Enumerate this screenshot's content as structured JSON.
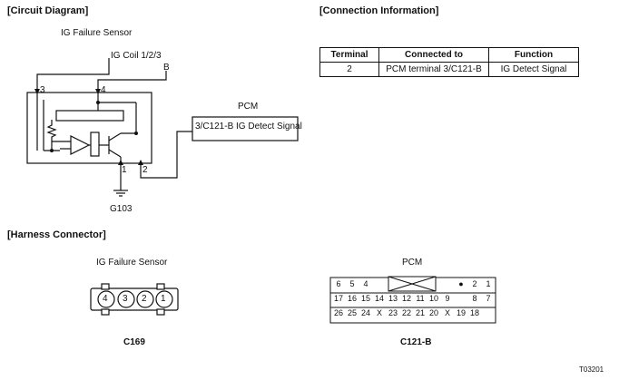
{
  "sections": {
    "circuit_diagram": "[Circuit Diagram]",
    "connection_information": "[Connection Information]",
    "harness_connector": "[Harness Connector]"
  },
  "circuit": {
    "component_title": "IG Failure Sensor",
    "ig_coil_label": "IG Coil 1/2/3",
    "b_label": "B",
    "pcm_label": "PCM",
    "pcm_box_label": "3/C121-B IG Detect Signal",
    "pins": {
      "p1": "1",
      "p2": "2",
      "p3": "3",
      "p4": "4"
    },
    "ground_label": "G103"
  },
  "connection_table": {
    "headers": [
      "Terminal",
      "Connected to",
      "Function"
    ],
    "rows": [
      [
        "2",
        "PCM terminal 3/C121-B",
        "IG Detect Signal"
      ]
    ]
  },
  "harness": {
    "left_title": "IG Failure Sensor",
    "left_pins": [
      "4",
      "3",
      "2",
      "1"
    ],
    "left_code": "C169",
    "right_title": "PCM",
    "right_code": "C121-B",
    "pcm_rows": [
      [
        "6",
        "5",
        "4",
        "",
        "",
        "",
        "",
        "",
        "",
        "●",
        "2",
        "1"
      ],
      [
        "17",
        "16",
        "15",
        "14",
        "13",
        "12",
        "11",
        "10",
        "9",
        "",
        "8",
        "7"
      ],
      [
        "26",
        "25",
        "24",
        "X",
        "23",
        "22",
        "21",
        "20",
        "X",
        "19",
        "18",
        ""
      ]
    ]
  },
  "figure_code": "T03201"
}
